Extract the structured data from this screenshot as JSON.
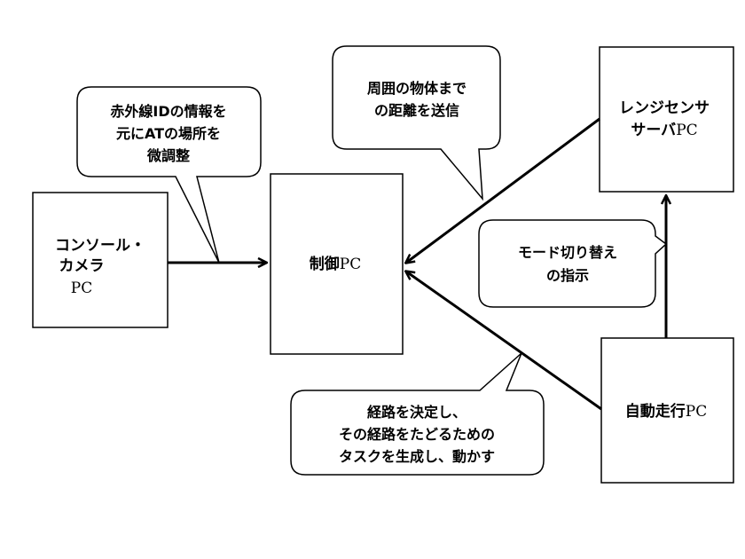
{
  "boxes": {
    "console_camera": {
      "line1": "コンソール・",
      "line2": "カメラ",
      "line3": "PC"
    },
    "control": {
      "label": "制御",
      "suffix": "PC"
    },
    "range_sensor": {
      "line1": "レンジセンサ",
      "line2": "サーバ",
      "line2_suffix": "PC"
    },
    "auto_drive": {
      "label": "自動走行",
      "suffix": "PC"
    }
  },
  "bubbles": {
    "infrared": {
      "line1": "赤外線IDの情報を",
      "line2": "元にATの場所を",
      "line3": "微調整"
    },
    "distance": {
      "line1": "周囲の物体まで",
      "line2": "の距離を送信"
    },
    "mode_switch": {
      "line1": "モード切り替え",
      "line2": "の指示"
    },
    "route": {
      "line1": "経路を決定し、",
      "line2": "その経路をたどるための",
      "line3": "タスクを生成し、動かす"
    }
  }
}
